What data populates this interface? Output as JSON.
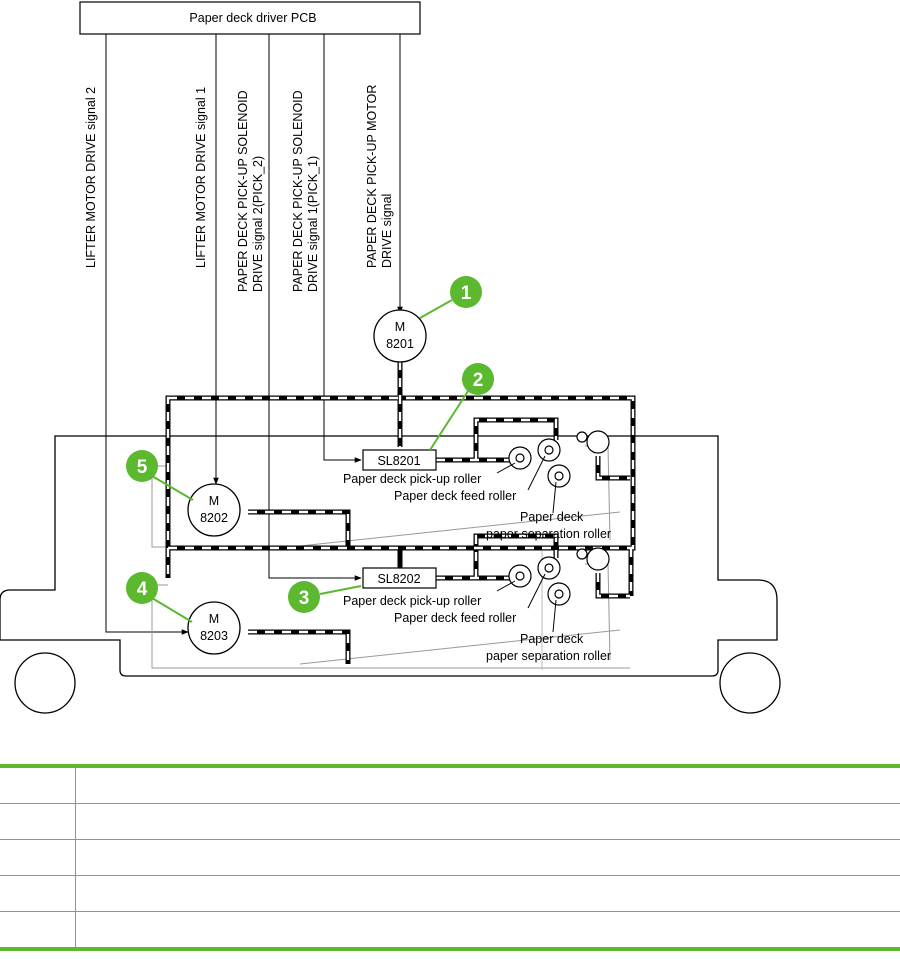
{
  "pcb": {
    "label": "Paper deck driver PCB"
  },
  "signals": {
    "lifter_motor_2": [
      "LIFTER MOTOR DRIVE signal 2"
    ],
    "lifter_motor_1": [
      "LIFTER MOTOR DRIVE signal 1"
    ],
    "solenoid_2": [
      "PAPER DECK PICK-UP SOLENOID",
      "DRIVE signal 2(PICK_2)"
    ],
    "solenoid_1": [
      "PAPER DECK PICK-UP SOLENOID",
      "DRIVE signal 1(PICK_1)"
    ],
    "pickup_motor": [
      "PAPER DECK PICK-UP MOTOR",
      "DRIVE signal"
    ]
  },
  "components": {
    "motor_8201": {
      "prefix": "M",
      "number": "8201"
    },
    "motor_8202": {
      "prefix": "M",
      "number": "8202"
    },
    "motor_8203": {
      "prefix": "M",
      "number": "8203"
    },
    "solenoid_8201": "SL8201",
    "solenoid_8202": "SL8202"
  },
  "roller_labels": {
    "pickup": "Paper deck pick-up roller",
    "feed": "Paper deck feed roller",
    "separation_line1": "Paper deck",
    "separation_line2": "paper separation roller"
  },
  "callouts": [
    "1",
    "2",
    "3",
    "4",
    "5"
  ],
  "colors": {
    "callout_fill": "#5cb82f",
    "table_rule": "#5cb82f"
  },
  "legend_rows": [
    {
      "num": "",
      "desc": ""
    },
    {
      "num": "",
      "desc": ""
    },
    {
      "num": "",
      "desc": ""
    },
    {
      "num": "",
      "desc": ""
    },
    {
      "num": "",
      "desc": ""
    }
  ]
}
